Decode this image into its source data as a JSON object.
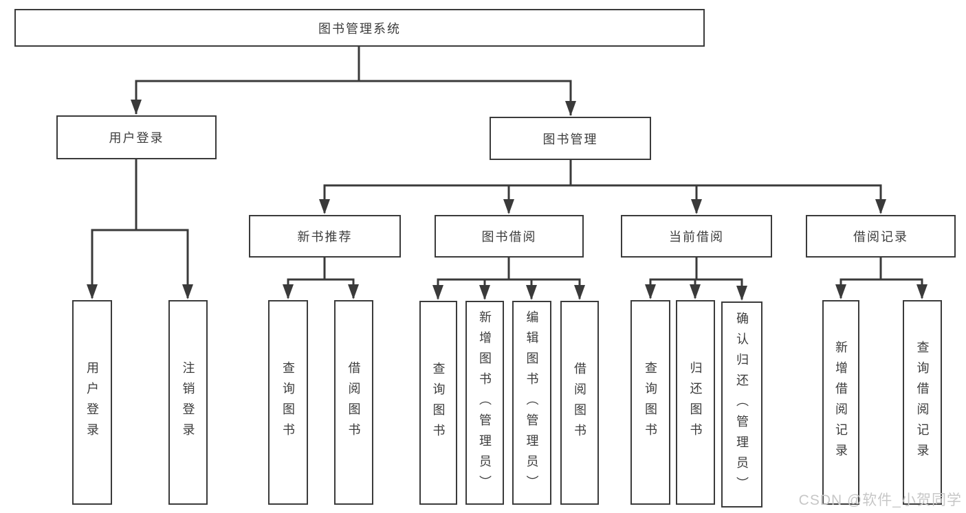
{
  "tree": {
    "root": {
      "label": "图书管理系统"
    },
    "branches": [
      {
        "label": "用户登录",
        "children": [
          {
            "label": "用户登录"
          },
          {
            "label": "注销登录"
          }
        ]
      },
      {
        "label": "图书管理",
        "children": [
          {
            "label": "新书推荐",
            "children": [
              {
                "label": "查询图书"
              },
              {
                "label": "借阅图书"
              }
            ]
          },
          {
            "label": "图书借阅",
            "children": [
              {
                "label": "查询图书"
              },
              {
                "label": "新增图书（管理员）"
              },
              {
                "label": "编辑图书（管理员）"
              },
              {
                "label": "借阅图书"
              }
            ]
          },
          {
            "label": "当前借阅",
            "children": [
              {
                "label": "查询图书"
              },
              {
                "label": "归还图书"
              },
              {
                "label": "确认归还（管理员）"
              }
            ]
          },
          {
            "label": "借阅记录",
            "children": [
              {
                "label": "新增借阅记录"
              },
              {
                "label": "查询借阅记录"
              }
            ]
          }
        ]
      }
    ]
  },
  "watermark": "CSDN @软件_小贺同学",
  "colors": {
    "line": "#3a3a3a",
    "text": "#3c3c3c",
    "box_background": "#ffffff",
    "page_background": "#ffffff",
    "watermark": "#c7c7c7"
  }
}
